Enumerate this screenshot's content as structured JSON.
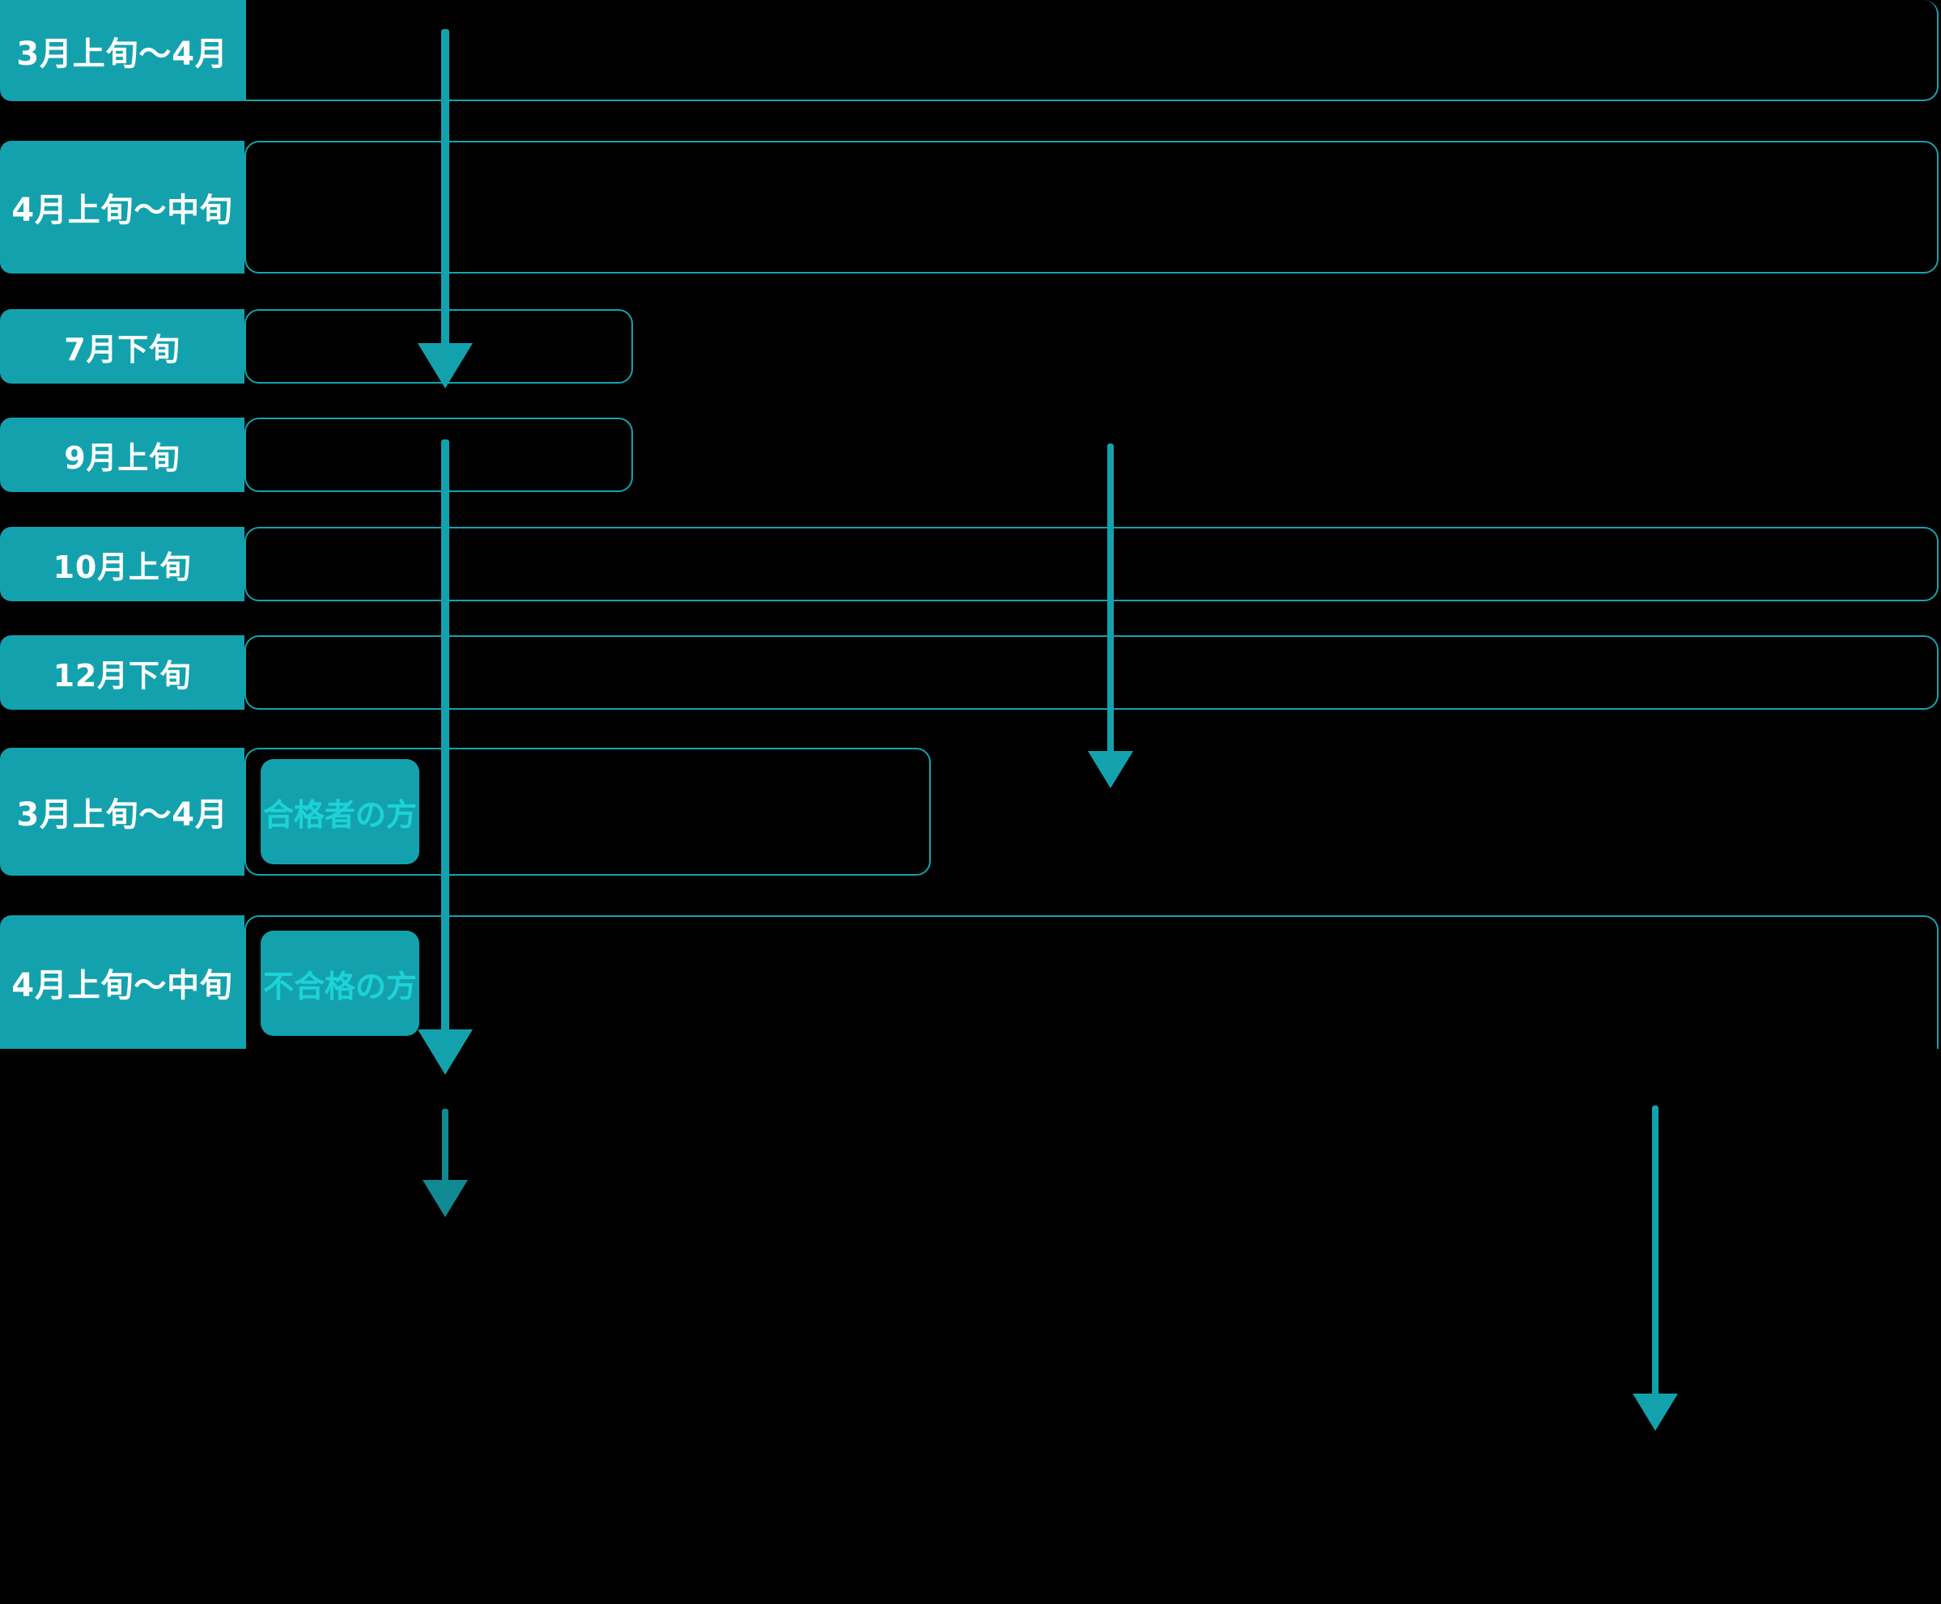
{
  "theme": {
    "background": "#000000",
    "accent": "#13a2ad",
    "outline": "#14a3ad",
    "label_text": "#ffffff"
  },
  "timeline": {
    "rows": [
      {
        "id": "row-1",
        "period": "3月上旬〜4月",
        "body": "",
        "box_width": "full"
      },
      {
        "id": "row-2",
        "period": "4月上旬〜中旬",
        "body": "",
        "box_width": "full"
      },
      {
        "id": "row-3",
        "period": "7月下旬",
        "body": "",
        "box_width": "narrow"
      },
      {
        "id": "row-4",
        "period": "9月上旬",
        "body": "",
        "box_width": "narrow"
      },
      {
        "id": "row-5",
        "period": "10月上旬",
        "body": "",
        "box_width": "full"
      },
      {
        "id": "row-6",
        "period": "12月下旬",
        "body": "",
        "box_width": "full"
      },
      {
        "id": "row-7",
        "period": "3月上旬〜4月",
        "body": "",
        "box_width": "medium"
      },
      {
        "id": "row-8",
        "period": "4月上旬〜中旬",
        "body": "",
        "box_width": "full"
      }
    ]
  },
  "result_cards": [
    {
      "id": "pass-card",
      "label": "合格者の方"
    },
    {
      "id": "fail-card",
      "label": "不合格の方"
    }
  ],
  "arrows": [
    {
      "id": "arrow-1",
      "name": "flow-arrow-down-left-top"
    },
    {
      "id": "arrow-2",
      "name": "flow-arrow-down-mid"
    },
    {
      "id": "arrow-3",
      "name": "flow-arrow-down-left-long"
    },
    {
      "id": "arrow-4",
      "name": "flow-arrow-down-to-pass-card"
    },
    {
      "id": "arrow-5",
      "name": "flow-arrow-down-right"
    }
  ]
}
